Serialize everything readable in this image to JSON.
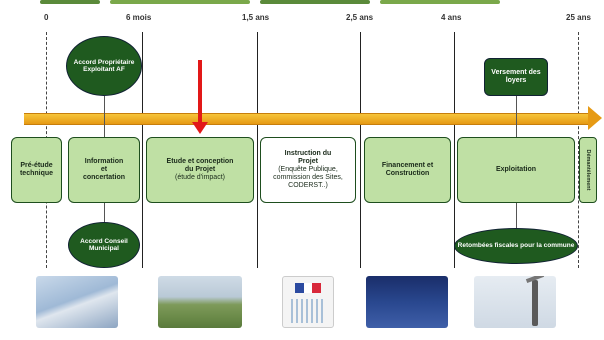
{
  "timeline": {
    "ticks": [
      "0",
      "6 mois",
      "1,5 ans",
      "2,5 ans",
      "4 ans",
      "25 ans"
    ]
  },
  "boxes": {
    "prefeasibility": "Pré-étude technique",
    "information_line1": "Information",
    "information_line2": "et",
    "information_line3": "concertation",
    "study_line1": "Etude et conception",
    "study_line2": "du Projet",
    "study_sub": "(étude d'impact)",
    "instruction_line1": "Instruction du",
    "instruction_line2": "Projet",
    "instruction_sub": "(Enquête Publique, commission des Sites, CODERST..)",
    "financing": "Financement et Construction",
    "operation": "Exploitation",
    "dismantling": "Démantèlement"
  },
  "ovals": {
    "agreement_owners": "Accord Propriétaire Exploitant AF",
    "agreement_council": "Accord Conseil Municipal",
    "rent_payment": "Versement des loyers",
    "tax_revenue": "Retombées fiscales pour la commune"
  },
  "photos": [
    {
      "name": "sky-photo"
    },
    {
      "name": "field-photo"
    },
    {
      "name": "document-photo"
    },
    {
      "name": "night-sky-photo"
    },
    {
      "name": "turbine-photo"
    }
  ],
  "colors": {
    "box_fill": "#bfe0a4",
    "dark_green": "#1f5a1f",
    "timeline_arrow": "#e69a14",
    "red_marker": "#e21818"
  }
}
